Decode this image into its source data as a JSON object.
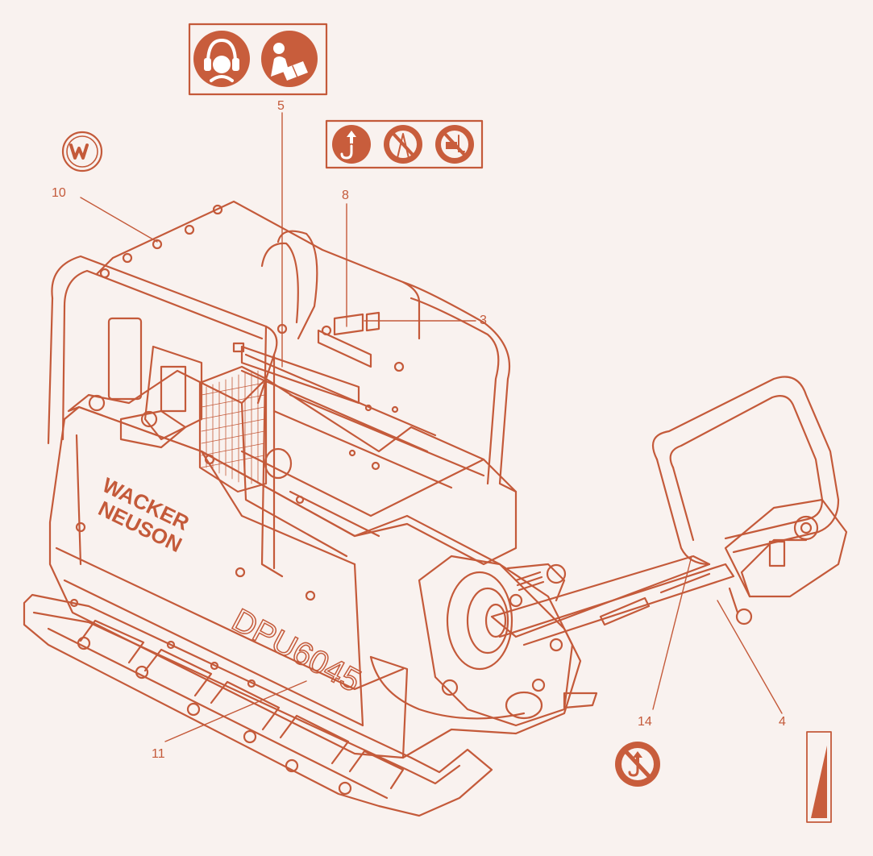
{
  "colors": {
    "line": "#c45a3a",
    "fill": "#c85d3c",
    "background": "#f9f2ef",
    "white": "#ffffff"
  },
  "brand": {
    "line1": "WACKER",
    "line2": "NEUSON"
  },
  "model": "DPU6045",
  "callouts": [
    {
      "id": "c10",
      "label": "10"
    },
    {
      "id": "c5",
      "label": "5"
    },
    {
      "id": "c8",
      "label": "8"
    },
    {
      "id": "c3",
      "label": "3"
    },
    {
      "id": "c4",
      "label": "4"
    },
    {
      "id": "c14",
      "label": "14"
    },
    {
      "id": "c11",
      "label": "11"
    }
  ],
  "decals": [
    {
      "id": "decal-5",
      "icons": [
        "ear-protection-icon",
        "read-manual-icon"
      ]
    },
    {
      "id": "decal-8",
      "icons": [
        "lift-point-icon",
        "no-standing-under-load-icon",
        "no-forklift-icon"
      ]
    },
    {
      "id": "decal-10",
      "icons": [
        "wacker-w-logo"
      ]
    },
    {
      "id": "decal-14",
      "icons": [
        "no-lifting-here-icon"
      ]
    },
    {
      "id": "decal-4",
      "icons": [
        "wedge-level-icon"
      ]
    }
  ]
}
